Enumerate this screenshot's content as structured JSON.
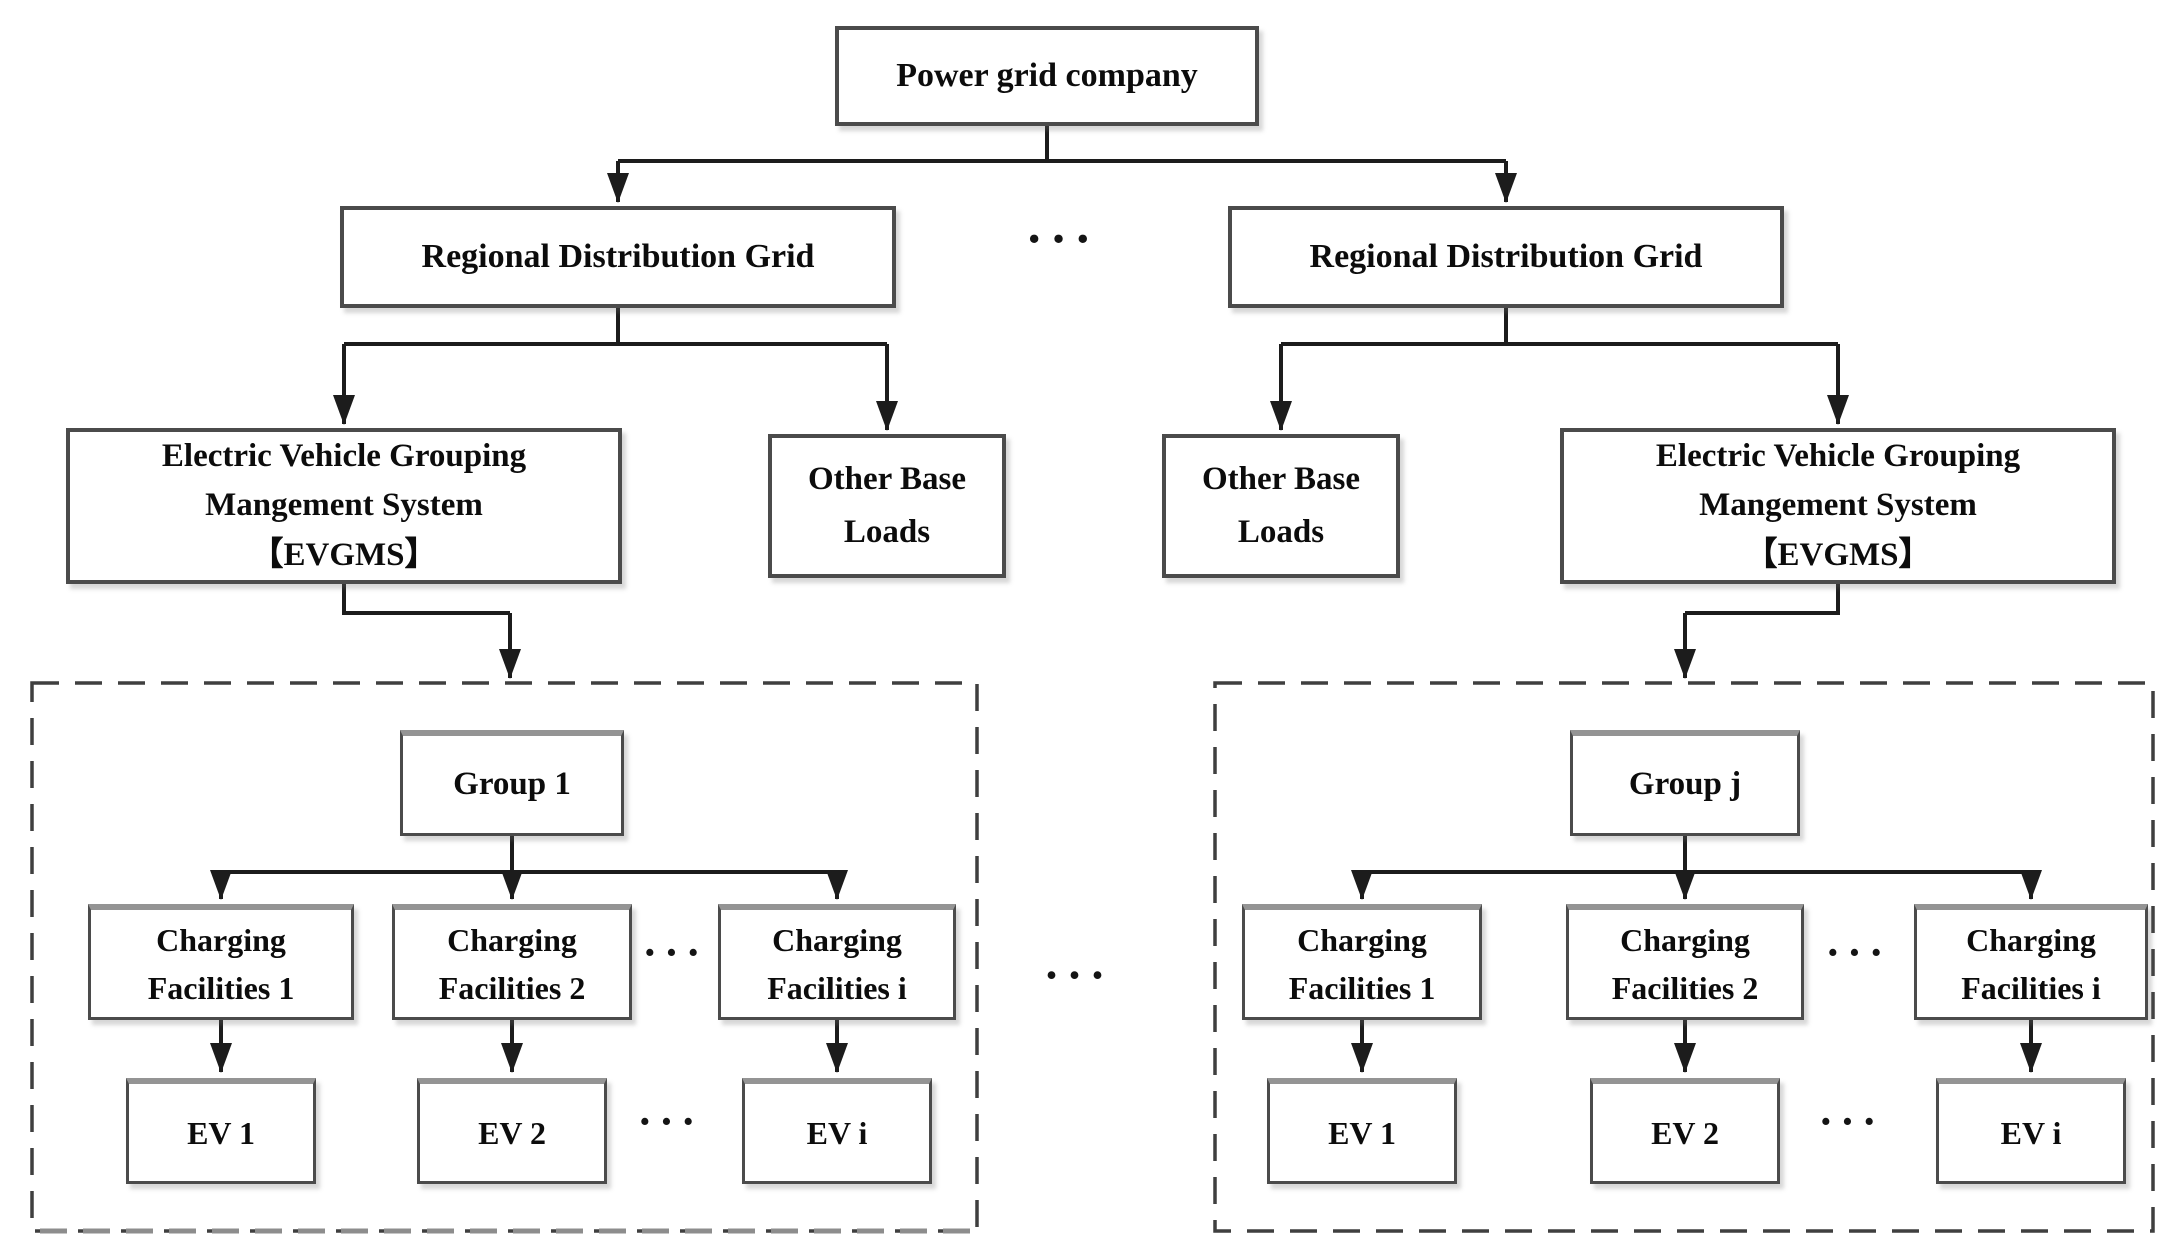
{
  "nodes": {
    "power_grid_company": "Power grid company",
    "regional_distribution_grid": "Regional Distribution Grid",
    "evgms": "Electric Vehicle Grouping\nMangement System\n【EVGMS】",
    "other_base_loads": "Other Base\nLoads",
    "group_1": "Group 1",
    "group_j": "Group j",
    "charging_facilities": [
      "Charging Facilities 1",
      "Charging Facilities 2",
      "Charging Facilities i"
    ],
    "evs": [
      "EV 1",
      "EV 2",
      "EV i"
    ]
  },
  "ellipsis": "···",
  "colors": {
    "box_border": "#4b4b4b",
    "box_border_top": "#949494",
    "connector_line": "#1c1c1c",
    "dashed_border": "#3f3f3f",
    "background": "#ffffff",
    "text": "#0c0c0c"
  }
}
